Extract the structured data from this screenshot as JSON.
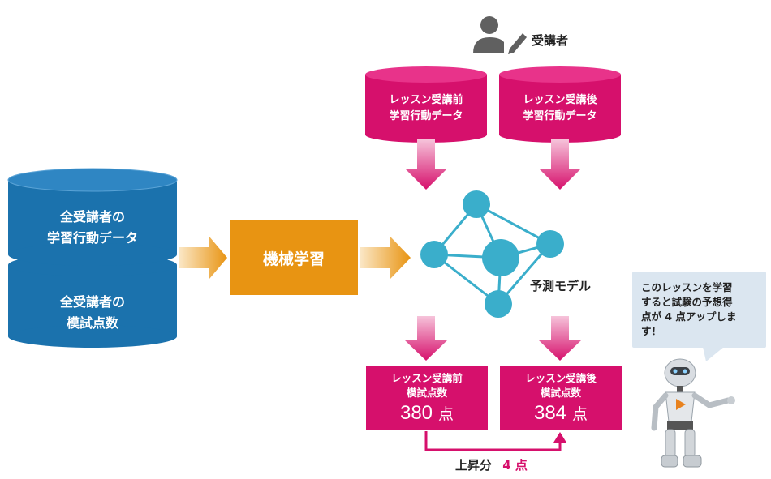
{
  "learner": {
    "label": "受講者",
    "icon": "person-edit-icon"
  },
  "databases": {
    "before": {
      "line1": "レッスン受講前",
      "line2": "学習行動データ"
    },
    "after": {
      "line1": "レッスン受講後",
      "line2": "学習行動データ"
    },
    "all_behavior": {
      "line1": "全受講者の",
      "line2": "学習行動データ"
    },
    "all_scores": {
      "line1": "全受講者の",
      "line2": "模試点数"
    }
  },
  "ml": {
    "label": "機械学習"
  },
  "model": {
    "label": "予測モデル"
  },
  "results": {
    "before": {
      "line1": "レッスン受講前",
      "line2": "模試点数",
      "score": "380",
      "unit": "点"
    },
    "after": {
      "line1": "レッスン受講後",
      "line2": "模試点数",
      "score": "384",
      "unit": "点"
    }
  },
  "increase": {
    "label": "上昇分",
    "value": "4",
    "unit": "点"
  },
  "speech": {
    "line1": "このレッスンを学習",
    "line2": "すると試験の予想得",
    "line3": "点が 4 点アップしま",
    "line4": "す！"
  },
  "colors": {
    "blue": "#1b72ad",
    "pink": "#d6106c",
    "orange": "#e89412",
    "node": "#3aaecb",
    "bubble": "#dbe6f0"
  }
}
